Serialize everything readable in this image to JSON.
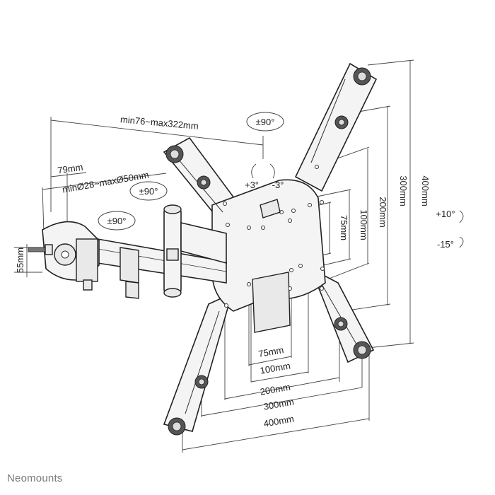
{
  "dimensions": {
    "arm_reach": "min76~max322mm",
    "clamp_width": "79mm",
    "pipe_diameter": "minØ28~maxØ50mm",
    "clamp_height": "55mm",
    "vesa_vertical": [
      "75mm",
      "100mm",
      "200mm",
      "300mm",
      "400mm"
    ],
    "vesa_horizontal": [
      "75mm",
      "100mm",
      "200mm",
      "300mm",
      "400mm"
    ]
  },
  "rotations": {
    "swivel_top": "±90°",
    "swivel_middle": "±90°",
    "swivel_arm": "±90°",
    "level_plus": "+3°",
    "level_minus": "-3°",
    "tilt_up": "+10°",
    "tilt_down": "-15°"
  },
  "brand": "Neomounts"
}
